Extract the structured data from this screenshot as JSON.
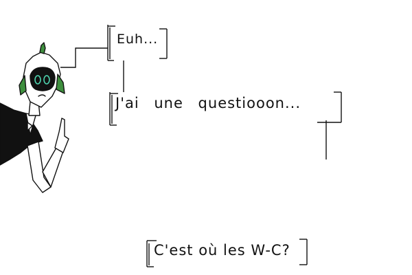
{
  "speech": {
    "line1": "Euh...",
    "line2": "J'ai une questiooon...",
    "line3": "C'est où les W-C?"
  },
  "colors": {
    "background": "#ffffff",
    "ink": "#111111",
    "accent_green": "#3e8f3e"
  }
}
